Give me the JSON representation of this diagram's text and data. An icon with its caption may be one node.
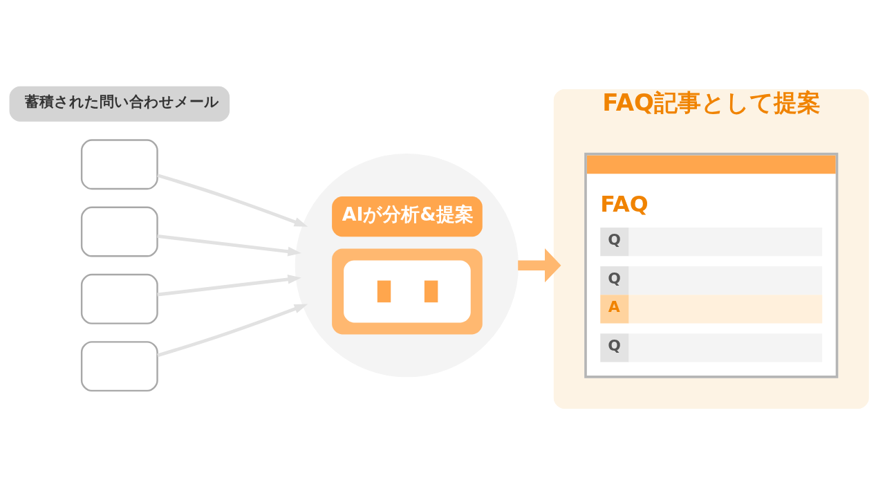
{
  "diagram": {
    "nodes": [
      {
        "text": [
          "蓄積された問い合わせメール"
        ]
      },
      {
        "text": [],
        "shape": "envelope"
      },
      {
        "text": [],
        "shape": "envelope"
      },
      {
        "text": [],
        "shape": "envelope"
      },
      {
        "text": [],
        "shape": "envelope"
      },
      {
        "text": [
          "AIが分析&提案"
        ]
      },
      {
        "text": [
          "FAQ記事として提案"
        ]
      },
      {
        "text": [
          "FAQ",
          "Q",
          "Q",
          "A",
          "Q"
        ],
        "in": 6
      }
    ],
    "edges": [
      {
        "from": 1,
        "to": 5,
        "arrow": "to"
      },
      {
        "from": 2,
        "to": 5,
        "arrow": "to"
      },
      {
        "from": 3,
        "to": 5,
        "arrow": "to"
      },
      {
        "from": 4,
        "to": 5,
        "arrow": "to"
      },
      {
        "from": 5,
        "to": 6,
        "arrow": "to",
        "style": "thick",
        "color": "#ffb870"
      }
    ]
  }
}
